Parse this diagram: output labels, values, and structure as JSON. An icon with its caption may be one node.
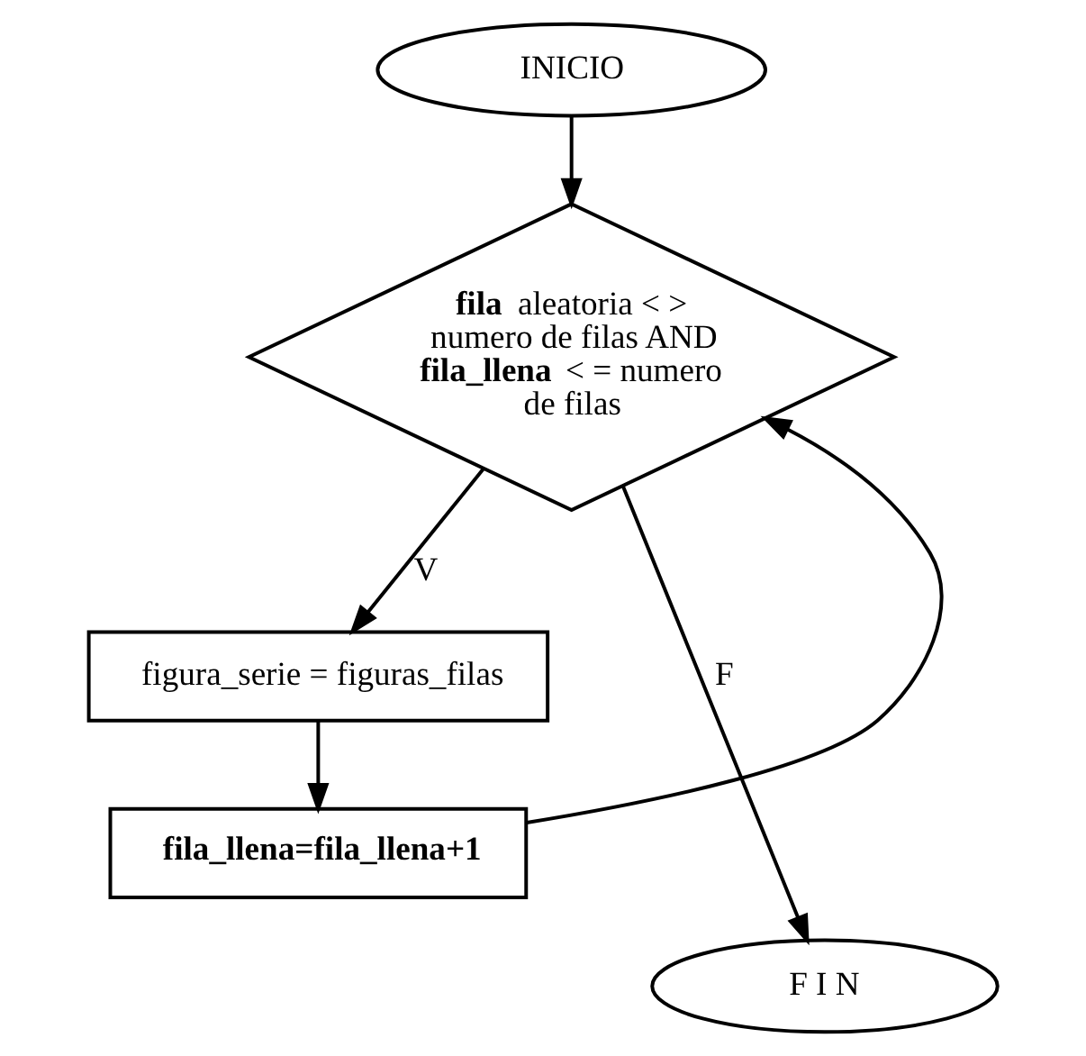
{
  "diagram": {
    "nodes": [
      {
        "text": [
          "INICIO"
        ]
      },
      {
        "text": [
          "**fila** aleatoria < > numero de filas AND **fila_llena** < = numero de filas"
        ]
      },
      {
        "text": [
          "figura_serie = figuras_filas"
        ]
      },
      {
        "text": [
          "fila_llena=fila_llena+1"
        ]
      },
      {
        "text": [
          "F I N"
        ]
      }
    ],
    "edges": [
      {
        "from": 0,
        "to": 1,
        "arrow": "to"
      },
      {
        "from": 1,
        "to": 2,
        "arrow": "to",
        "label": "V"
      },
      {
        "from": 2,
        "to": 3,
        "arrow": "to"
      },
      {
        "from": 3,
        "to": 1,
        "arrow": "to"
      },
      {
        "from": 1,
        "to": 4,
        "arrow": "to",
        "label": "F"
      }
    ]
  }
}
